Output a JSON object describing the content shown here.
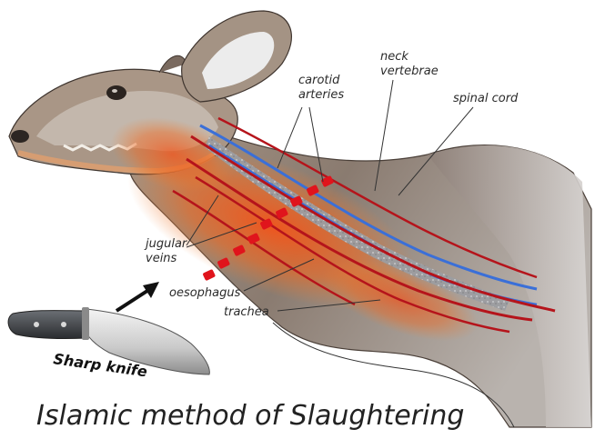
{
  "labels": {
    "carotid": [
      "carotid",
      "arteries"
    ],
    "neck_vertebrae": [
      "neck",
      "vertebrae"
    ],
    "spinal_cord": "spinal cord",
    "jugular": [
      "jugular",
      "veins"
    ],
    "oesophagus": "oesophagus",
    "trachea": "trachea",
    "knife": "Sharp knife"
  },
  "title": "Islamic method of Slaughtering",
  "colors": {
    "artery": "#b5141b",
    "vein_blue": "#3a6fd8",
    "glow": "#f05a1a",
    "cut_mark": "#e0141c",
    "skin": "#8a7a6e",
    "background": "#ffffff"
  },
  "icons": {
    "pointer": "arrow-icon",
    "knife": "knife-icon"
  }
}
